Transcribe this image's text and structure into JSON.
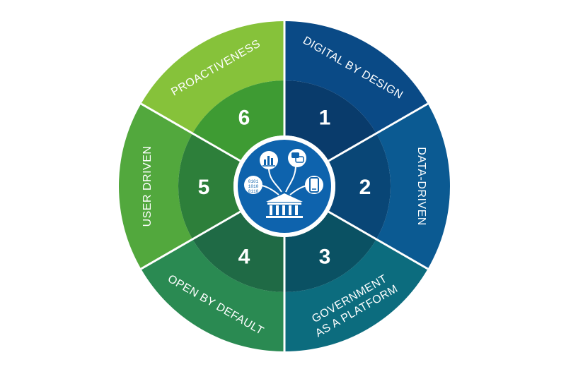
{
  "segments": [
    {
      "number": "1",
      "label": "DIGITAL BY DESIGN",
      "label_lines": [
        "DIGITAL BY DESIGN"
      ],
      "outer_color": "#0a4a86",
      "inner_color": "#093b6b"
    },
    {
      "number": "2",
      "label": "DATA-DRIVEN",
      "label_lines": [
        "DATA-DRIVEN"
      ],
      "outer_color": "#0b5a92",
      "inner_color": "#094676"
    },
    {
      "number": "3",
      "label": "GOVERNMENT AS A PLATFORM",
      "label_lines": [
        "GOVERNMENT",
        "AS A PLATFORM"
      ],
      "outer_color": "#0c6c7e",
      "inner_color": "#0a5163"
    },
    {
      "number": "4",
      "label": "OPEN BY DEFAULT",
      "label_lines": [
        "OPEN BY DEFAULT"
      ],
      "outer_color": "#2a8a52",
      "inner_color": "#1f6a45"
    },
    {
      "number": "5",
      "label": "USER DRIVEN",
      "label_lines": [
        "USER DRIVEN"
      ],
      "outer_color": "#52a83d",
      "inner_color": "#2d7f3a"
    },
    {
      "number": "6",
      "label": "PROACTIVENESS",
      "label_lines": [
        "PROACTIVENESS"
      ],
      "outer_color": "#86c23a",
      "inner_color": "#3e9b33"
    }
  ],
  "center": {
    "color": "#0e63ad",
    "icons": [
      "bar-chart-icon",
      "chat-bubbles-icon",
      "binary-data-icon",
      "smartphone-icon",
      "government-building-icon"
    ]
  }
}
